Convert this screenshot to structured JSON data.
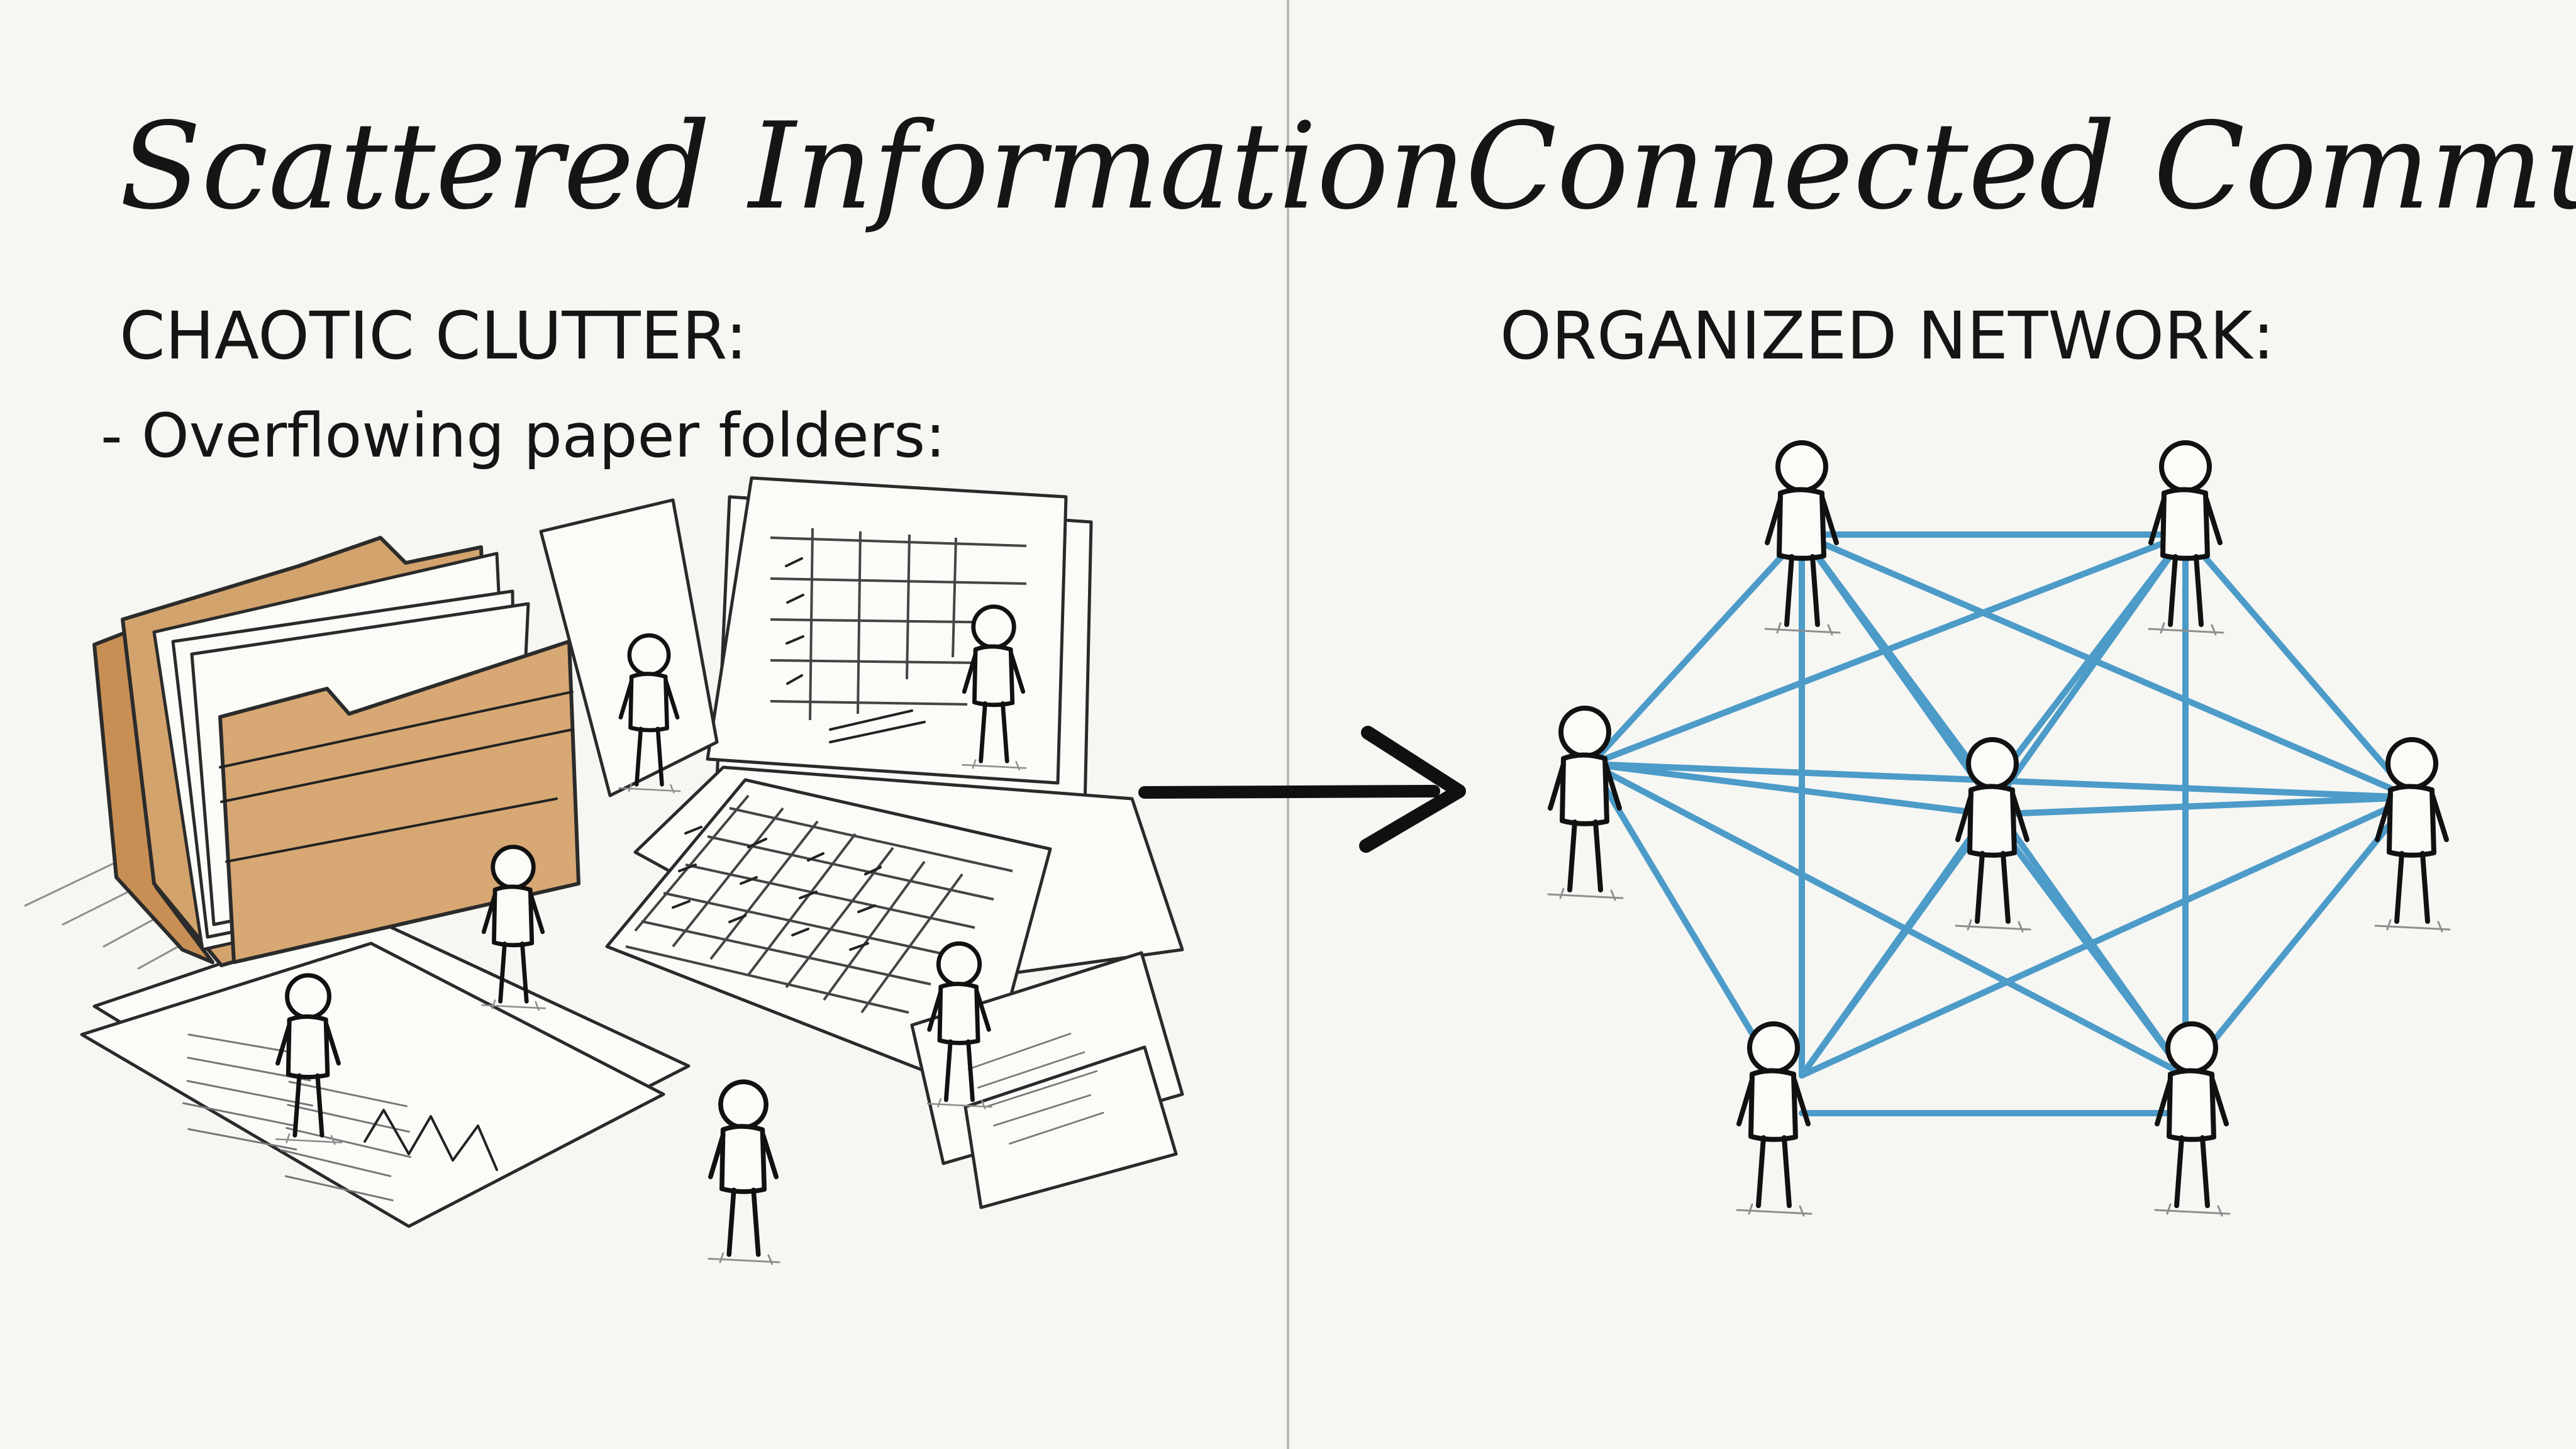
{
  "left_panel": {
    "title": "Scattered Information",
    "subtitle": "CHAOTIC CLUTTER:",
    "bullet": "- Overflowing paper folders:"
  },
  "right_panel": {
    "title": "Connected Community",
    "subtitle": "ORGANIZED NETWORK:"
  },
  "colors": {
    "background": "#f6f6f3",
    "ink": "#151515",
    "folder": "#d3a36d",
    "network_line": "#4c9bc8",
    "divider": "#b9b9b4"
  },
  "icons": {
    "folder": "folder-icon",
    "person": "person-icon",
    "arrow": "arrow-right-icon"
  }
}
